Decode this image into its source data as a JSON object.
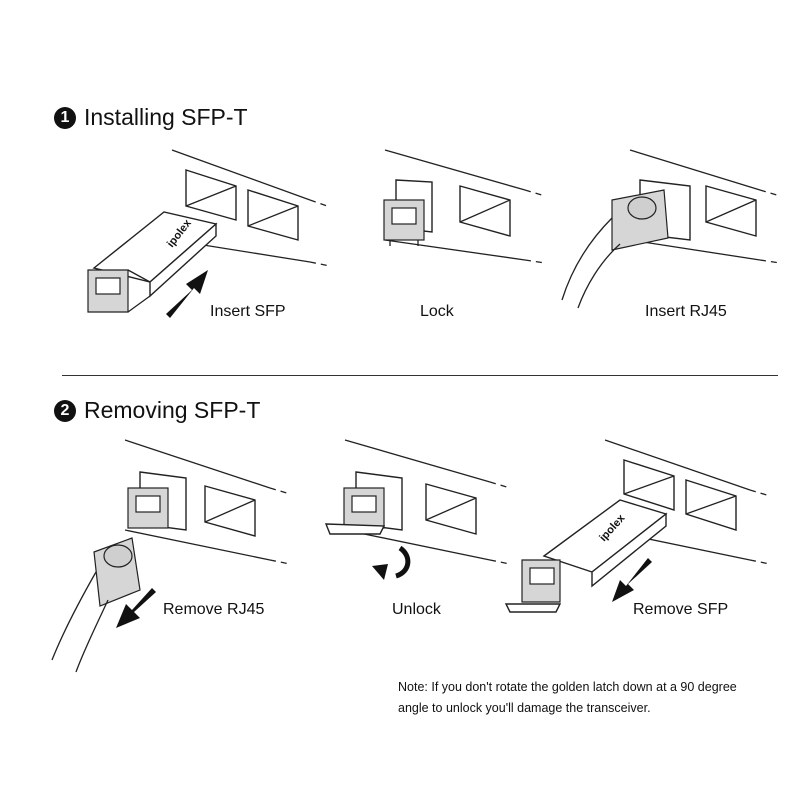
{
  "sections": [
    {
      "number": "1",
      "title": "Installing SFP-T",
      "steps": [
        {
          "label": "Insert SFP"
        },
        {
          "label": "Lock"
        },
        {
          "label": "Insert RJ45"
        }
      ]
    },
    {
      "number": "2",
      "title": "Removing SFP-T",
      "steps": [
        {
          "label": "Remove RJ45"
        },
        {
          "label": "Unlock"
        },
        {
          "label": "Remove SFP"
        }
      ]
    }
  ],
  "module_brand": "ipolex",
  "note": "Note: If you don't rotate the golden latch down at a 90 degree angle to unlock you'll damage the transceiver."
}
